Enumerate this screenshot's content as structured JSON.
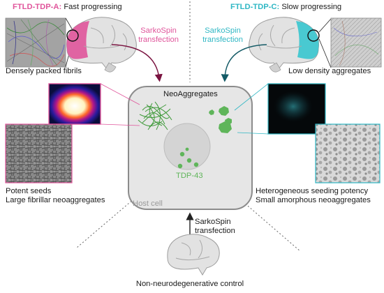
{
  "left_header": {
    "subtype": "FTLD-TDP-A:",
    "progression": "Fast progressing",
    "fibril_caption": "Densely packed fibrils",
    "transfection": [
      "SarkoSpin",
      "transfection"
    ],
    "seed_lines": [
      "Potent seeds",
      "Large fibrillar neoaggregates"
    ]
  },
  "right_header": {
    "subtype": "FTLD-TDP-C:",
    "progression": "Slow progressing",
    "aggregate_caption": "Low density aggregates",
    "transfection": [
      "SarkoSpin",
      "transfection"
    ],
    "seed_lines": [
      "Heterogeneous seeding potency",
      "Small amorphous neoaggregates"
    ]
  },
  "cell": {
    "neoaggregates_label": "NeoAggregates",
    "tdp43_label": "TDP-43",
    "host_label": "Host cell"
  },
  "bottom": {
    "transfection": [
      "SarkoSpin",
      "transfection"
    ],
    "control_label": "Non-neurodegenerative control"
  },
  "colors": {
    "pink": "#e0559b",
    "teal": "#2fb7c4",
    "cell_fill": "#e6e6e6",
    "cell_stroke": "#8c8c8c",
    "green": "#5fb55a"
  }
}
